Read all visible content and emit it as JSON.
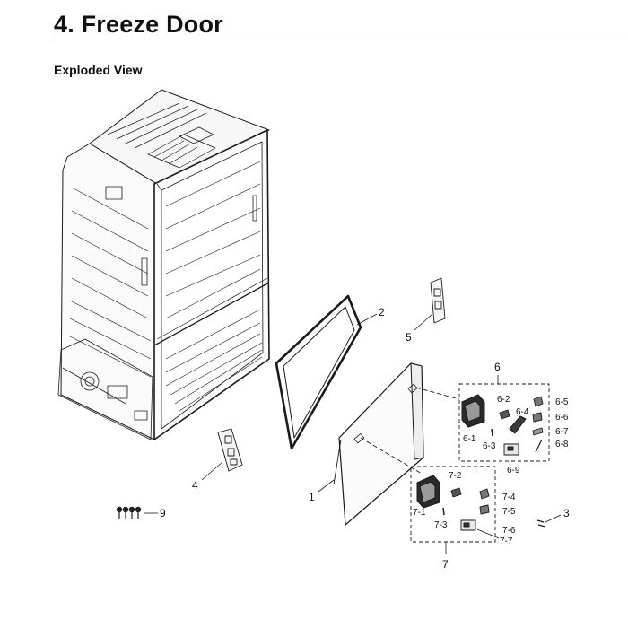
{
  "header": {
    "title": "4.  Freeze Door",
    "subtitle": "Exploded View"
  },
  "callouts": {
    "p1": "1",
    "p2": "2",
    "p3": "3",
    "p4": "4",
    "p5": "5",
    "p6": "6",
    "p6_1": "6-1",
    "p6_2": "6-2",
    "p6_3": "6-3",
    "p6_4": "6-4",
    "p6_5": "6-5",
    "p6_6": "6-6",
    "p6_7": "6-7",
    "p6_8": "6-8",
    "p6_9": "6-9",
    "p7": "7",
    "p7_1": "7-1",
    "p7_2": "7-2",
    "p7_3": "7-3",
    "p7_4": "7-4",
    "p7_5": "7-5",
    "p7_6": "7-6",
    "p7_7": "7-7",
    "p9": "9"
  }
}
